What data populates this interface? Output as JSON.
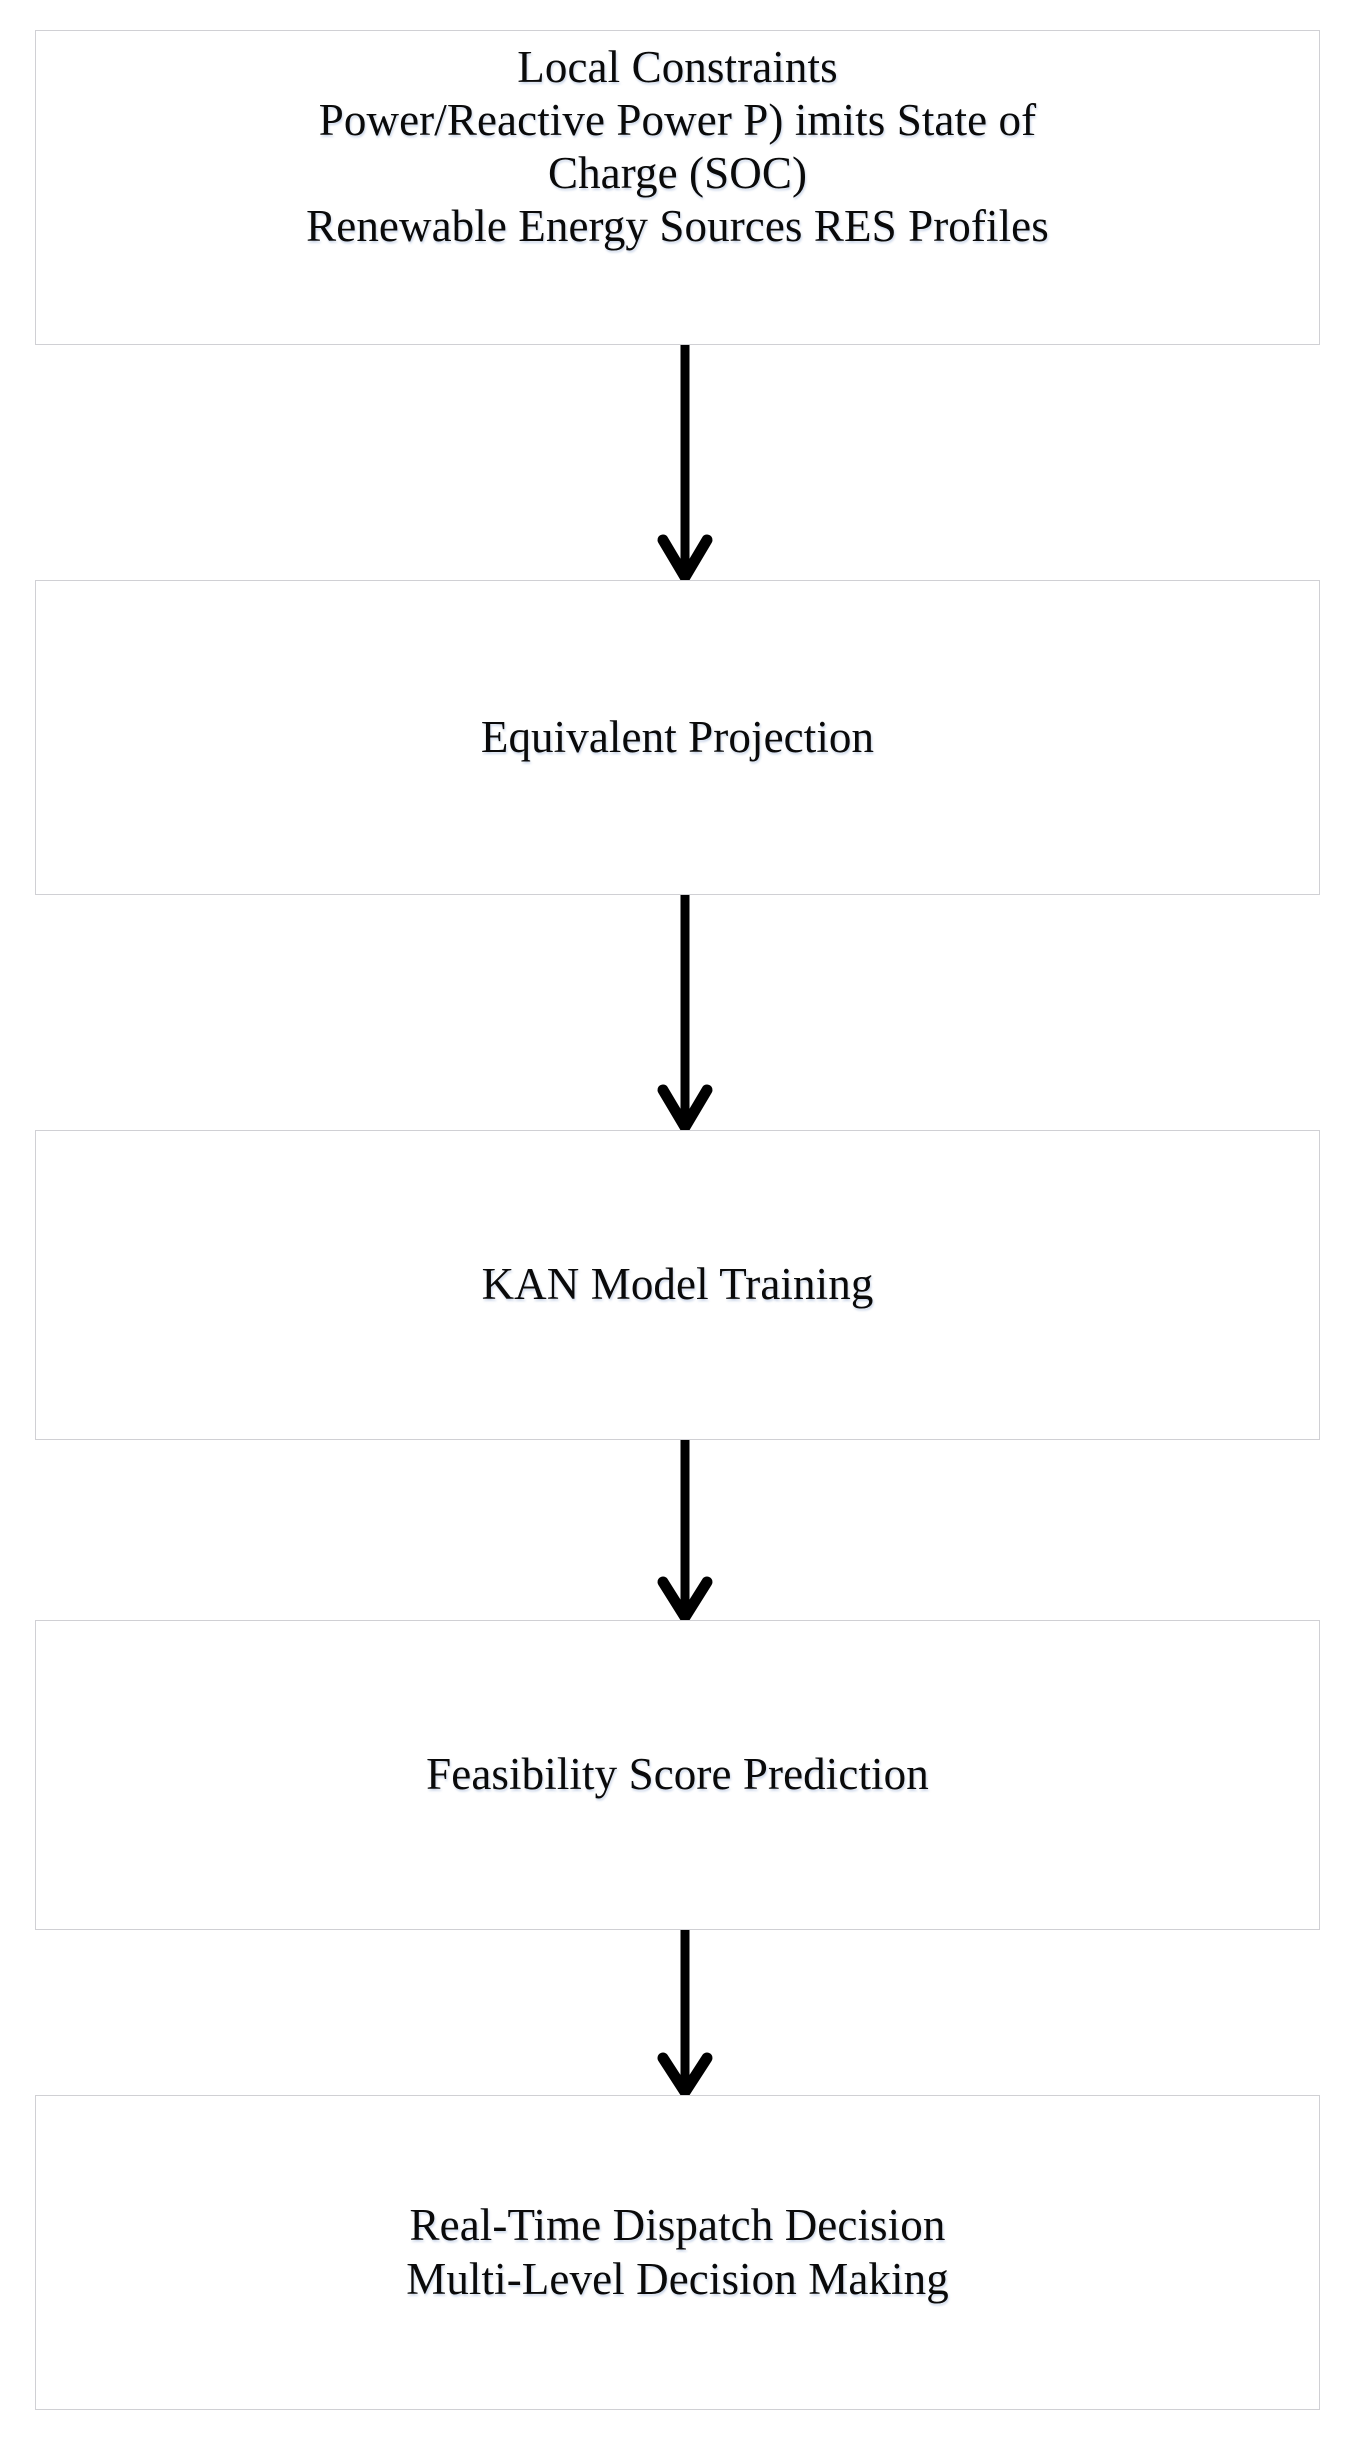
{
  "diagram": {
    "type": "flowchart",
    "orientation": "top-to-bottom",
    "background_color": "#ffffff",
    "box_border_color": "#d0d0d4",
    "text_color": "#0a0a0a",
    "arrow_color": "#000000"
  },
  "nodes": [
    {
      "id": "inputs",
      "lines": [
        "Local Constraints",
        "Power/Reactive Power P) imits State of",
        "Charge (SOC)",
        "Renewable Energy Sources RES Profiles"
      ]
    },
    {
      "id": "projection",
      "lines": [
        "Equivalent Projection"
      ]
    },
    {
      "id": "training",
      "lines": [
        "KAN Model Training"
      ]
    },
    {
      "id": "feasibility",
      "lines": [
        "Feasibility Score Prediction"
      ]
    },
    {
      "id": "dispatch",
      "lines": [
        "Real-Time Dispatch Decision",
        "Multi-Level Decision Making"
      ]
    }
  ],
  "connectors": [
    {
      "id": "arrow-1",
      "from": "inputs",
      "to": "projection",
      "icon": "down-arrow-icon"
    },
    {
      "id": "arrow-2",
      "from": "projection",
      "to": "training",
      "icon": "down-arrow-icon"
    },
    {
      "id": "arrow-3",
      "from": "training",
      "to": "feasibility",
      "icon": "down-arrow-icon"
    },
    {
      "id": "arrow-4",
      "from": "feasibility",
      "to": "dispatch",
      "icon": "down-arrow-icon"
    }
  ]
}
